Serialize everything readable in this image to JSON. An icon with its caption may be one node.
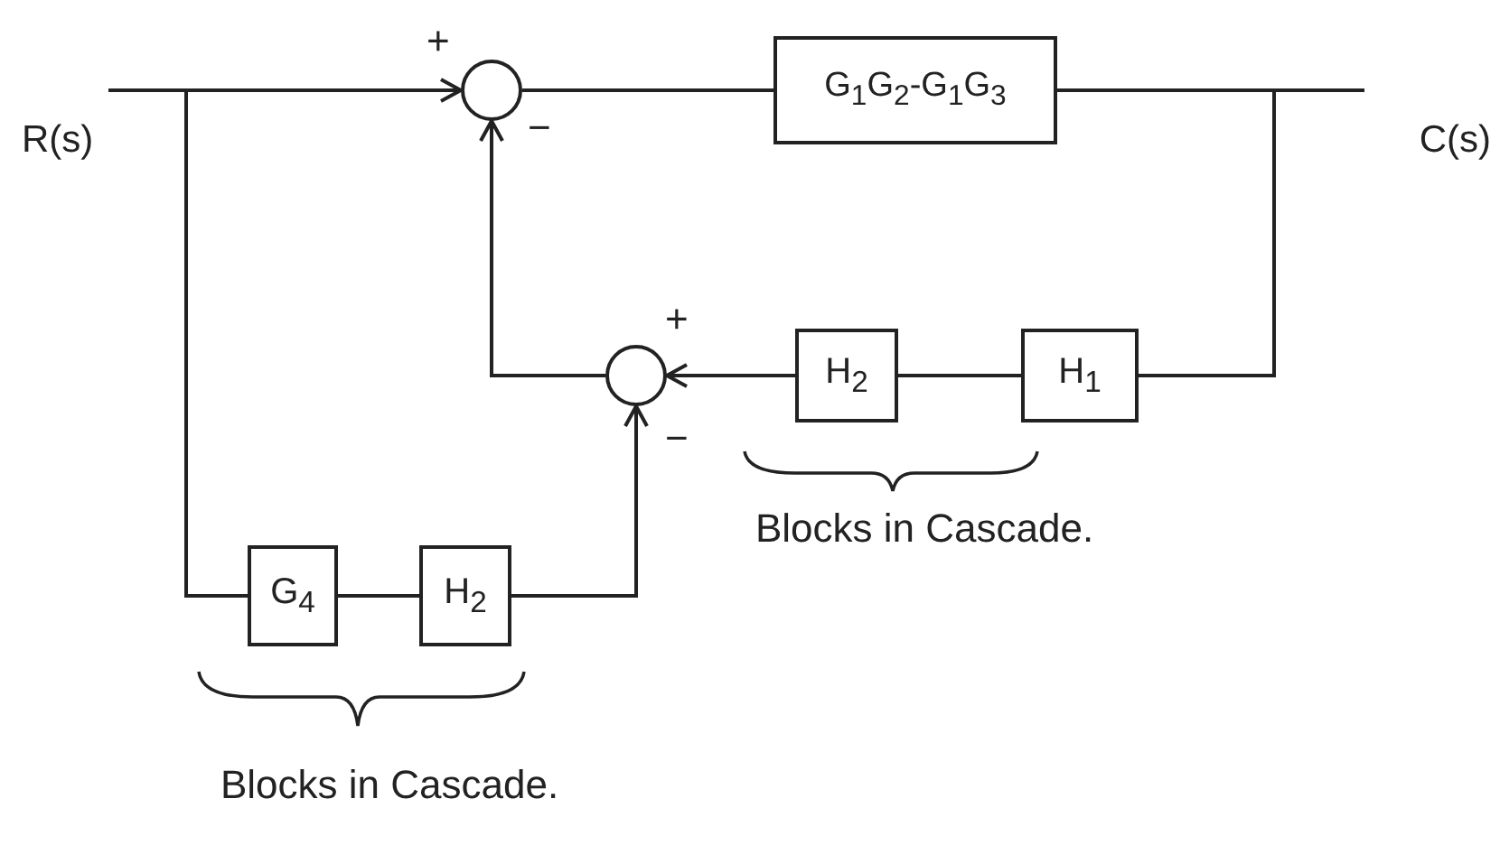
{
  "diagram": {
    "nodes": [
      {
        "text": [
          "R(s)"
        ]
      },
      {
        "text": [],
        "shape": "circle"
      },
      {
        "text": [
          "G$_{1}$G$_{2}$-G$_{1}$G$_{3}$"
        ]
      },
      {
        "text": [
          "C(s)"
        ]
      },
      {
        "text": [],
        "shape": "circle"
      },
      {
        "text": [
          "H$_{2}$"
        ]
      },
      {
        "text": [
          "H$_{1}$"
        ]
      },
      {
        "text": [
          "G$_{4}$"
        ]
      },
      {
        "text": [
          "H$_{2}$"
        ]
      }
    ],
    "edges": [
      {
        "from": 0,
        "to": 1,
        "arrow": "to"
      },
      {
        "from": 1,
        "to": 2,
        "arrow": "none"
      },
      {
        "from": 2,
        "to": 3,
        "arrow": "none"
      },
      {
        "from": 2,
        "to": 6,
        "arrow": "none"
      },
      {
        "from": 6,
        "to": 5,
        "arrow": "none"
      },
      {
        "from": 5,
        "to": 4,
        "arrow": "to"
      },
      {
        "from": 4,
        "to": 1,
        "arrow": "to"
      },
      {
        "from": 0,
        "to": 7,
        "arrow": "none"
      },
      {
        "from": 7,
        "to": 8,
        "arrow": "none"
      },
      {
        "from": 8,
        "to": 4,
        "arrow": "to"
      }
    ],
    "labels": [
      "+",
      "−",
      "+",
      "−",
      "Blocks in Cascade.",
      "Blocks in Cascade."
    ]
  }
}
